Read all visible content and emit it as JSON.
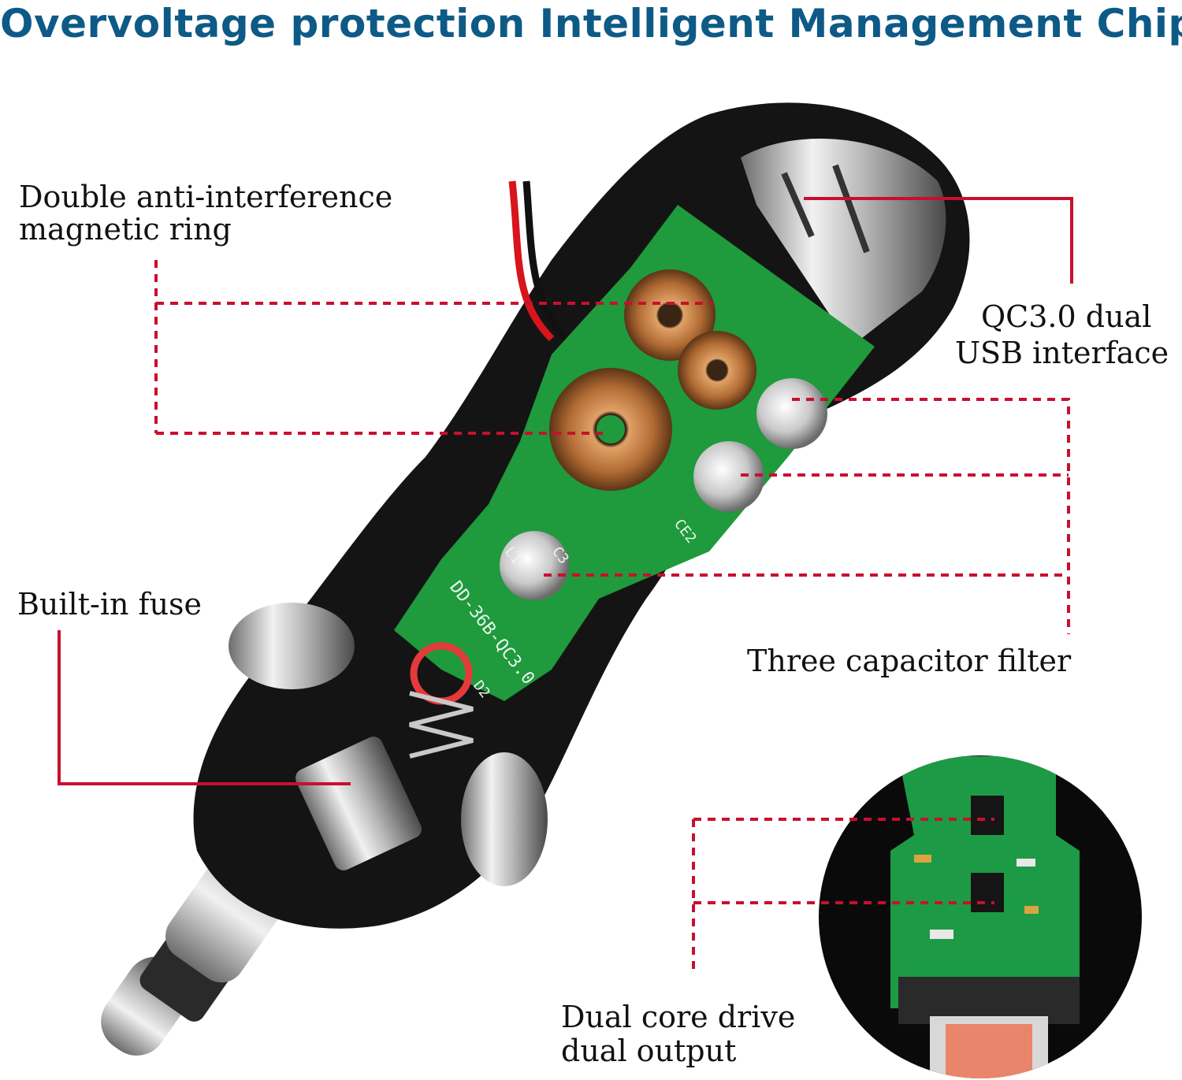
{
  "title": "Overvoltage protection Intelligent Management Chip",
  "labels": {
    "magnetic_ring_line1": "Double anti-interference",
    "magnetic_ring_line2": "magnetic ring",
    "usb_line1": "QC3.0 dual",
    "usb_line2": "USB interface",
    "fuse": "Built-in fuse",
    "capacitor": "Three capacitor filter",
    "dual_core_line1": "Dual core drive",
    "dual_core_line2": "dual output"
  },
  "pcb_text": {
    "model": "DD-36B-QC3.0",
    "capacitor_code": "C3",
    "inductor_code": "L1",
    "marker_ce2": "CE2",
    "marker_d2": "D2"
  },
  "colors": {
    "title": "#0e5a87",
    "callout_line": "#c8102e",
    "pcb_green": "#1f9a3c",
    "shell_black": "#141414"
  }
}
